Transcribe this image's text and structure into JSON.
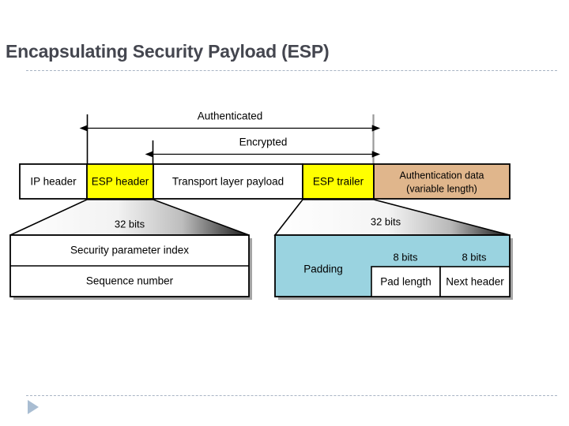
{
  "slide": {
    "title": "Encapsulating Security Payload (ESP)"
  },
  "footer": {
    "next_arrow_icon": "triangle-right-icon"
  },
  "diagram": {
    "spans": [
      {
        "id": "authenticated",
        "label": "Authenticated"
      },
      {
        "id": "encrypted",
        "label": "Encrypted"
      }
    ],
    "packet_fields": [
      {
        "id": "ip-header",
        "label": "IP header",
        "color": "#ffffff"
      },
      {
        "id": "esp-header",
        "label": "ESP header",
        "color": "#ffff00"
      },
      {
        "id": "transport-payload",
        "label": "Transport layer payload",
        "color": "#ffffff"
      },
      {
        "id": "esp-trailer",
        "label": "ESP trailer",
        "color": "#ffff00"
      },
      {
        "id": "auth-data",
        "label_line1": "Authentication data",
        "label_line2": "(variable length)",
        "color": "#e0b68c"
      }
    ],
    "esp_header_detail": {
      "width_label": "32 bits",
      "rows": [
        {
          "id": "spi",
          "label": "Security parameter index"
        },
        {
          "id": "seq",
          "label": "Sequence number"
        }
      ]
    },
    "esp_trailer_detail": {
      "width_label": "32 bits",
      "fill_color": "#9ad3e0",
      "padding_label": "Padding",
      "subfields": [
        {
          "id": "pad-length",
          "bits_label": "8 bits",
          "label": "Pad length"
        },
        {
          "id": "next-header",
          "bits_label": "8 bits",
          "label": "Next header"
        }
      ]
    }
  }
}
